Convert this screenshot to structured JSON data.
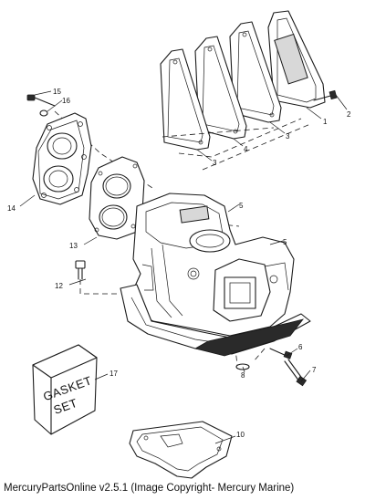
{
  "caption": "MercuryPartsOnline v2.5.1 (Image Copyright- Mercury Marine)",
  "gasket_box": {
    "line1": "GASKET",
    "line2": "SET"
  },
  "callouts": {
    "c1": "1",
    "c2": "2",
    "c3a": "3",
    "c3b": "3",
    "c4": "4",
    "c5a": "5",
    "c5b": "5",
    "c6": "6",
    "c7": "7",
    "c8": "8",
    "c10": "10",
    "c12": "12",
    "c13": "13",
    "c14": "14",
    "c15": "15",
    "c16": "16",
    "c17": "17"
  }
}
